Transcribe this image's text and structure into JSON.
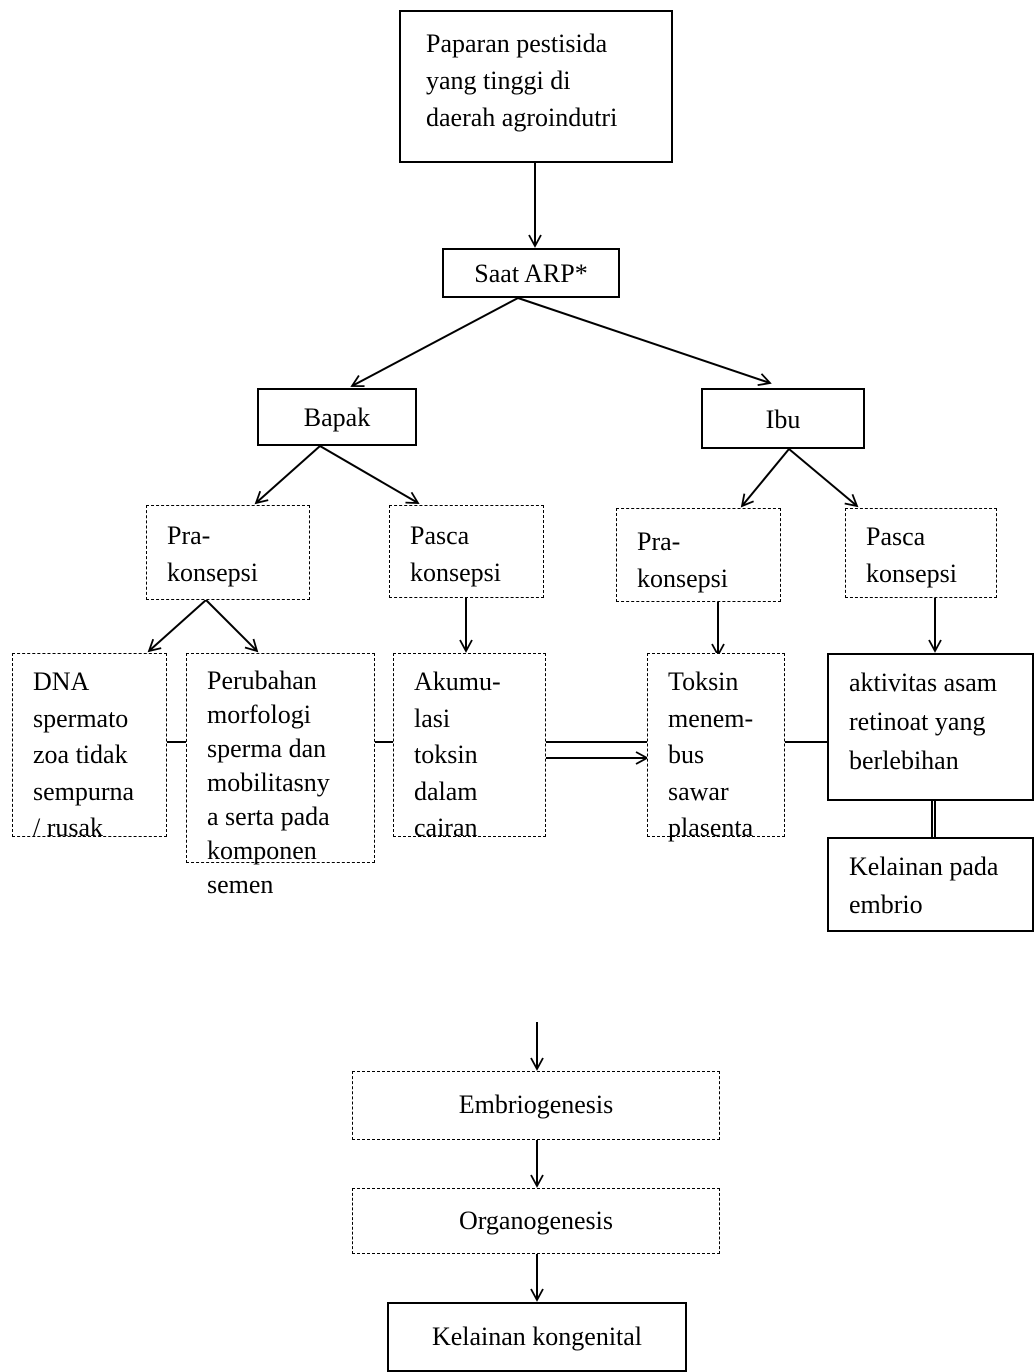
{
  "nodes": {
    "source": [
      "Paparan pestisida",
      "yang tinggi di",
      "daerah agroindutri"
    ],
    "arp": [
      "Saat ARP*"
    ],
    "bapak": [
      "Bapak"
    ],
    "ibu": [
      "Ibu"
    ],
    "bapak_pra": [
      "Pra-",
      "konsepsi"
    ],
    "bapak_pasca": [
      "Pasca",
      "konsepsi"
    ],
    "ibu_pra": [
      "Pra-",
      "konsepsi"
    ],
    "ibu_pasca": [
      "Pasca",
      "konsepsi"
    ],
    "dna": [
      "DNA",
      "spermato",
      "zoa tidak",
      "sempurna",
      "/ rusak"
    ],
    "morfologi": [
      "Perubahan",
      "morfologi",
      "sperma dan",
      "mobilitasny",
      "a serta pada",
      "komponen",
      "semen"
    ],
    "akumulasi": [
      "Akumu-",
      "lasi",
      "toksin",
      "dalam",
      "cairan"
    ],
    "toksin": [
      "Toksin",
      "menem-",
      "bus",
      "sawar",
      "plasenta"
    ],
    "retinoat": [
      "aktivitas asam",
      "retinoat yang",
      "berlebihan"
    ],
    "kelainan_embrio": [
      "Kelainan pada",
      "embrio"
    ],
    "embriogenesis": [
      "Embriogenesis"
    ],
    "organogenesis": [
      "Organogenesis"
    ],
    "kongenital": [
      "Kelainan kongenital"
    ]
  }
}
